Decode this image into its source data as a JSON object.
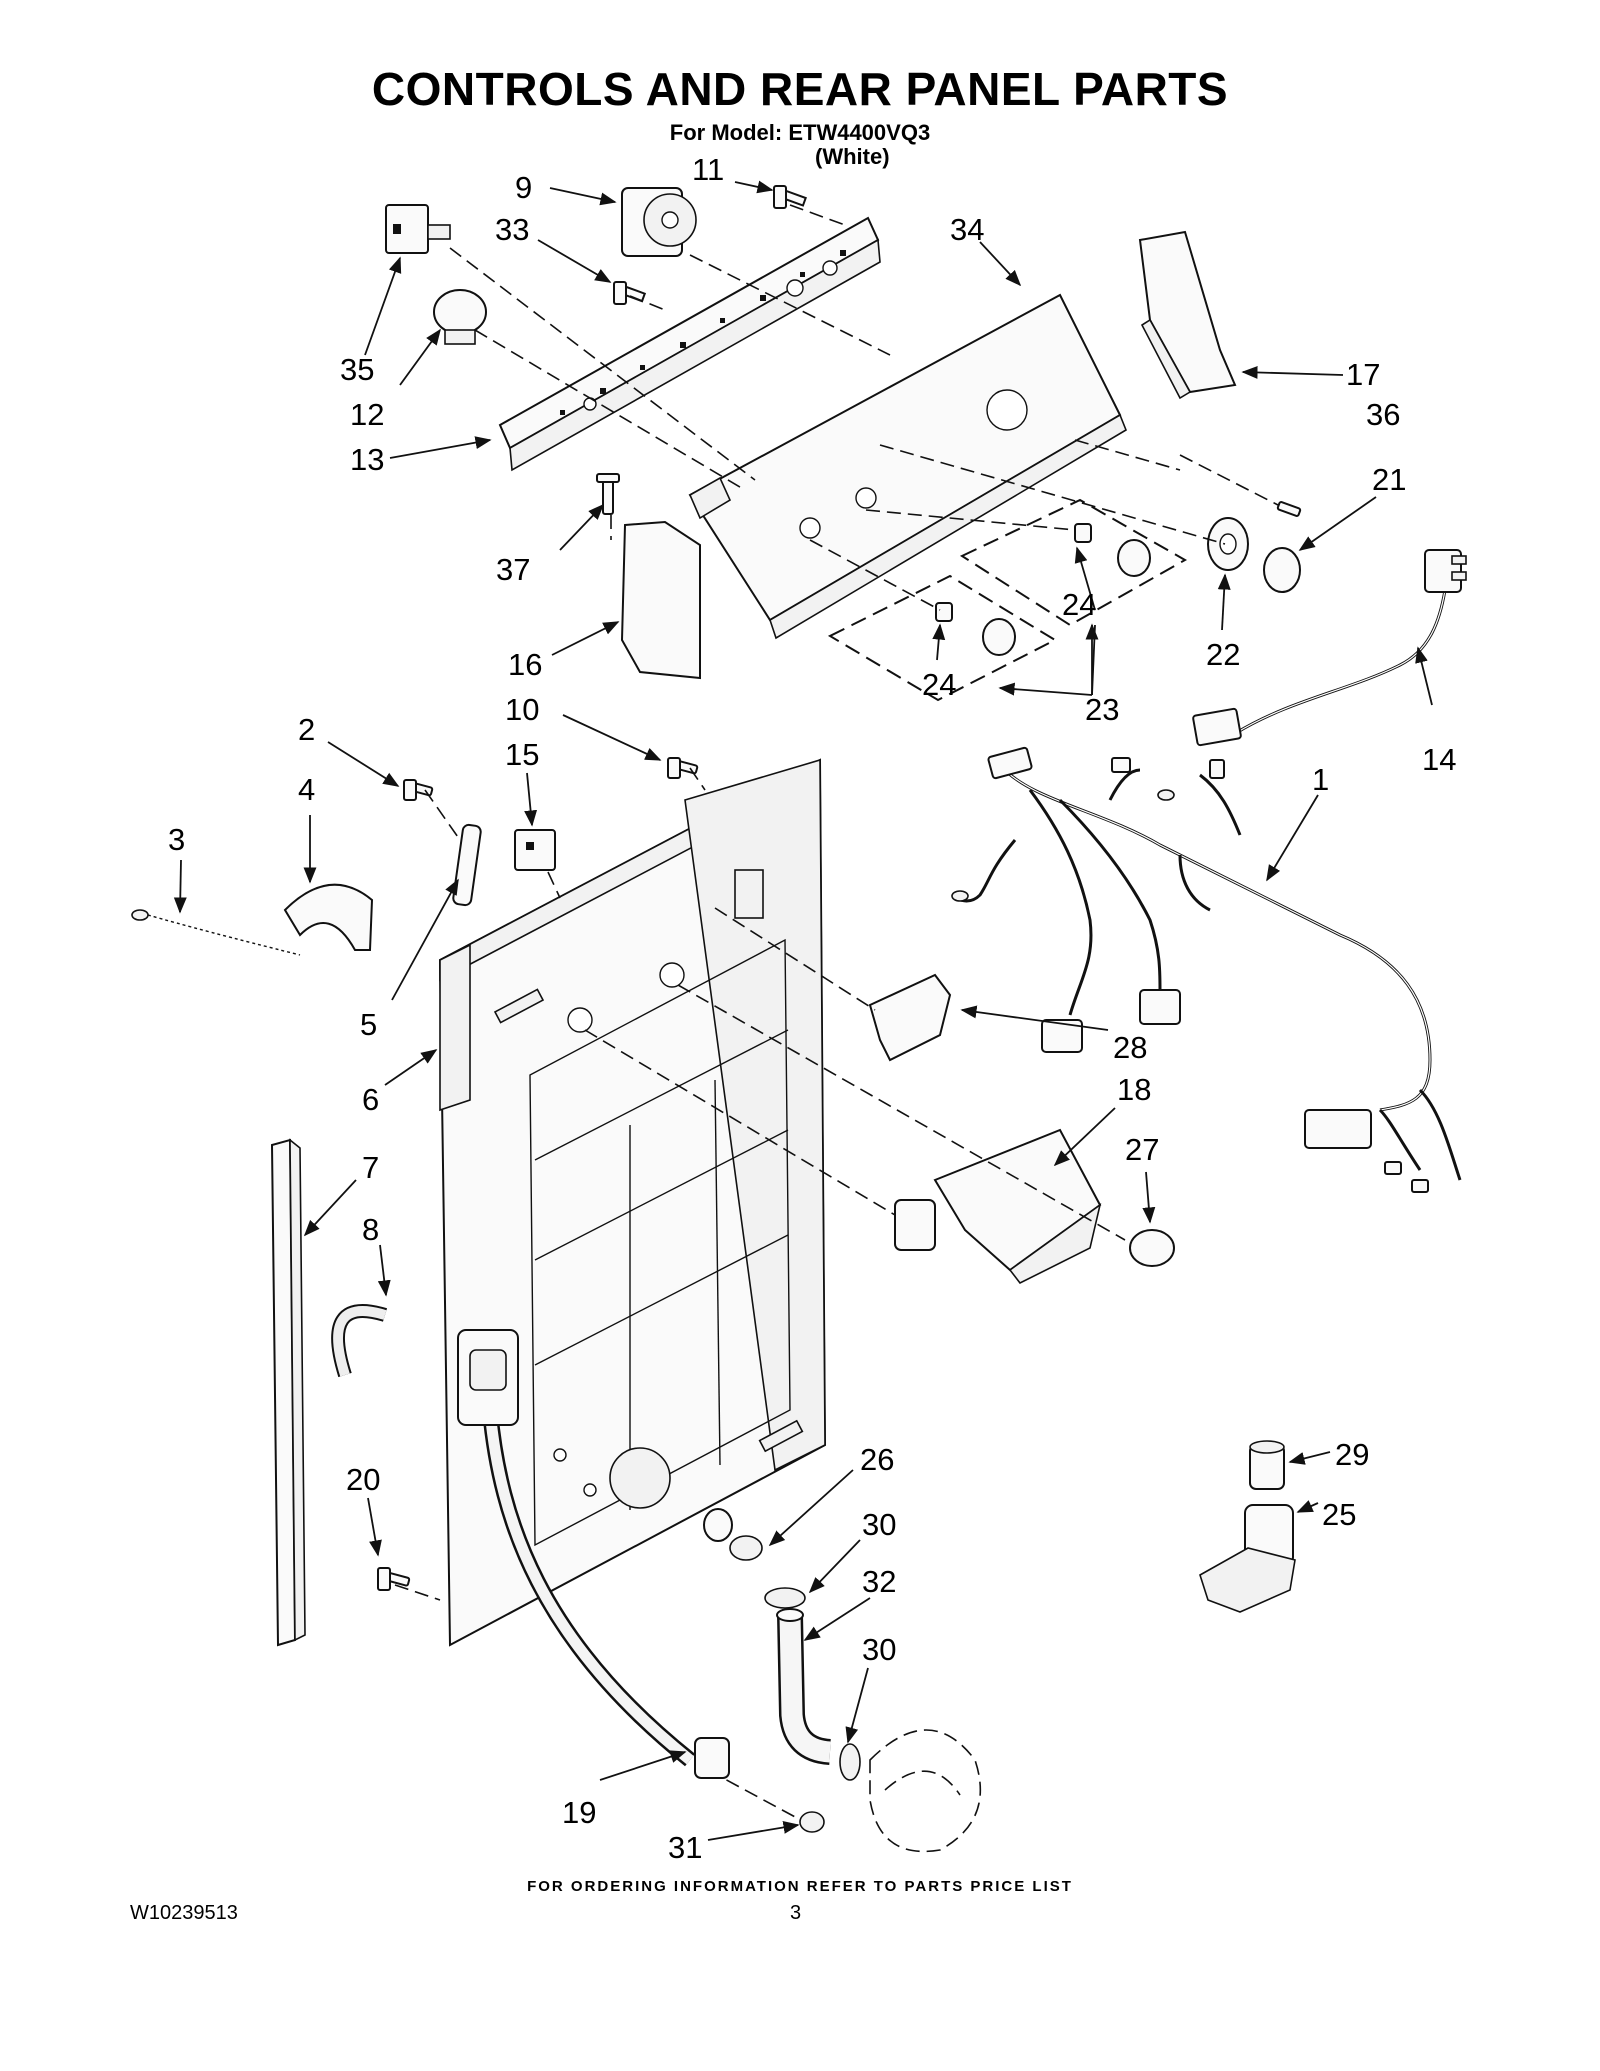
{
  "header": {
    "title": "CONTROLS AND REAR PANEL PARTS",
    "model_line": "For Model: ETW4400VQ3",
    "color_line": "(White)"
  },
  "callouts": [
    {
      "id": "c1",
      "label": "1"
    },
    {
      "id": "c2",
      "label": "2"
    },
    {
      "id": "c3",
      "label": "3"
    },
    {
      "id": "c4",
      "label": "4"
    },
    {
      "id": "c5",
      "label": "5"
    },
    {
      "id": "c6",
      "label": "6"
    },
    {
      "id": "c7",
      "label": "7"
    },
    {
      "id": "c8",
      "label": "8"
    },
    {
      "id": "c9",
      "label": "9"
    },
    {
      "id": "c10",
      "label": "10"
    },
    {
      "id": "c11",
      "label": "11"
    },
    {
      "id": "c12",
      "label": "12"
    },
    {
      "id": "c13",
      "label": "13"
    },
    {
      "id": "c14",
      "label": "14"
    },
    {
      "id": "c15",
      "label": "15"
    },
    {
      "id": "c16",
      "label": "16"
    },
    {
      "id": "c17",
      "label": "17"
    },
    {
      "id": "c18",
      "label": "18"
    },
    {
      "id": "c19",
      "label": "19"
    },
    {
      "id": "c20",
      "label": "20"
    },
    {
      "id": "c21",
      "label": "21"
    },
    {
      "id": "c22",
      "label": "22"
    },
    {
      "id": "c23",
      "label": "23"
    },
    {
      "id": "c24a",
      "label": "24"
    },
    {
      "id": "c24b",
      "label": "24"
    },
    {
      "id": "c25",
      "label": "25"
    },
    {
      "id": "c26",
      "label": "26"
    },
    {
      "id": "c27",
      "label": "27"
    },
    {
      "id": "c28",
      "label": "28"
    },
    {
      "id": "c29",
      "label": "29"
    },
    {
      "id": "c30a",
      "label": "30"
    },
    {
      "id": "c30b",
      "label": "30"
    },
    {
      "id": "c31",
      "label": "31"
    },
    {
      "id": "c32",
      "label": "32"
    },
    {
      "id": "c33",
      "label": "33"
    },
    {
      "id": "c34",
      "label": "34"
    },
    {
      "id": "c35",
      "label": "35"
    },
    {
      "id": "c36",
      "label": "36"
    },
    {
      "id": "c37",
      "label": "37"
    }
  ],
  "footer": {
    "ordering_note": "FOR ORDERING INFORMATION REFER TO PARTS PRICE LIST",
    "document_number": "W10239513",
    "page_number": "3"
  }
}
